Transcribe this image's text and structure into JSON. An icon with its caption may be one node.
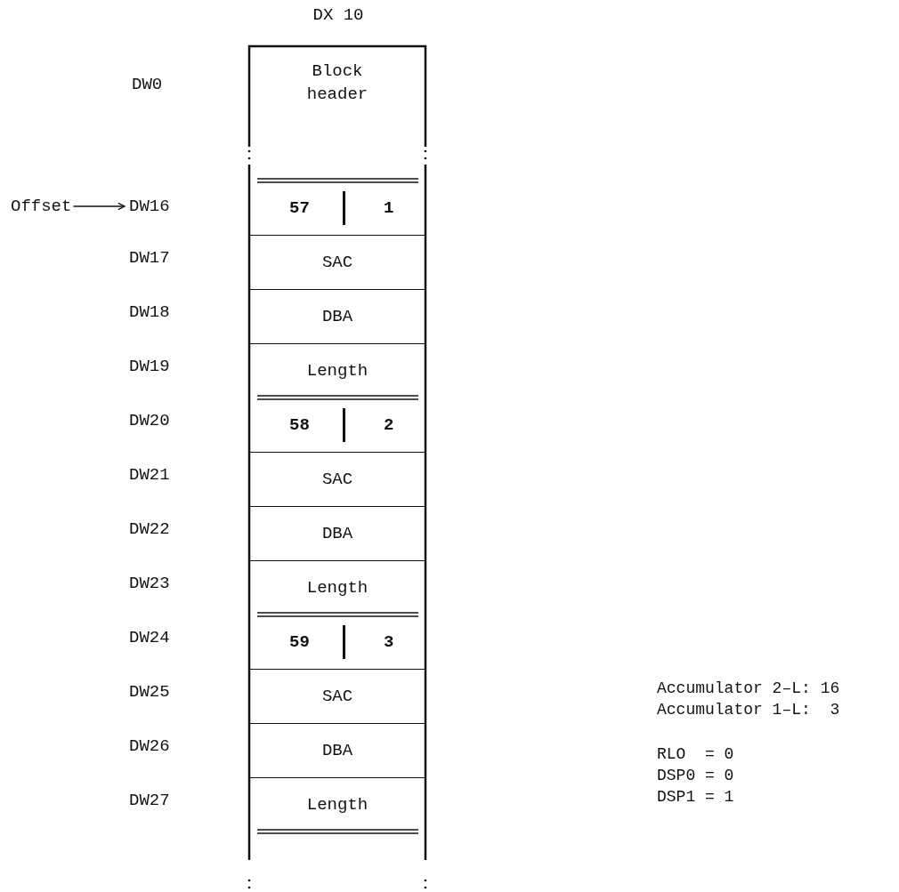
{
  "diagram": {
    "title": "DX 10",
    "nodes": [
      {
        "text": [
          "Block header"
        ]
      },
      {
        "text": [
          "57",
          "1"
        ]
      },
      {
        "text": [
          "SAC"
        ]
      },
      {
        "text": [
          "DBA"
        ]
      },
      {
        "text": [
          "Length"
        ]
      },
      {
        "text": [
          "58",
          "2"
        ]
      },
      {
        "text": [
          "SAC"
        ]
      },
      {
        "text": [
          "DBA"
        ]
      },
      {
        "text": [
          "Length"
        ]
      },
      {
        "text": [
          "59",
          "3"
        ]
      },
      {
        "text": [
          "SAC"
        ]
      },
      {
        "text": [
          "DBA"
        ]
      },
      {
        "text": [
          "Length"
        ]
      },
      {
        "text": [
          "Offset"
        ]
      },
      {
        "text": [
          "DW16"
        ]
      }
    ],
    "edges": [
      {
        "from": 13,
        "to": 14,
        "arrow": "to"
      }
    ],
    "labels": [
      "DW0",
      "DW17",
      "DW18",
      "DW19",
      "DW20",
      "DW21",
      "DW22",
      "DW23",
      "DW24",
      "DW25",
      "DW26",
      "DW27",
      "Accumulator 2–L: 16",
      "Accumulator 1–L:  3",
      "RLO  = 0",
      "DSP0 = 0",
      "DSP1 = 1"
    ]
  }
}
